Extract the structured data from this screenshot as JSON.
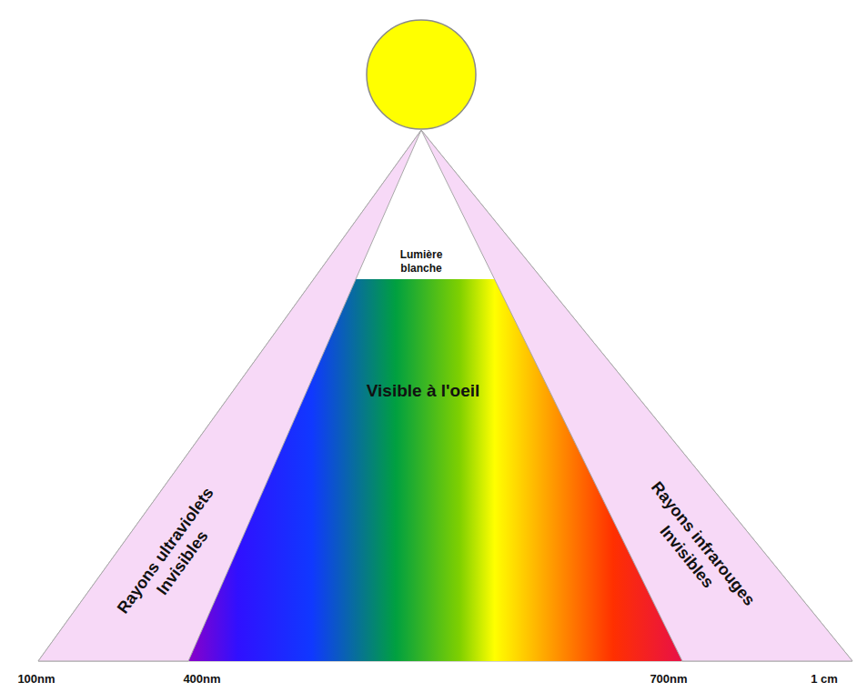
{
  "diagram": {
    "nodes": [
      {
        "text": [
          "Lumière blanche"
        ]
      },
      {
        "text": [
          "Visible à l'oeil"
        ]
      },
      {
        "text": [
          "Rayons ultraviolets",
          "Invisibles"
        ]
      },
      {
        "text": [
          "Rayons infrarouges",
          "Invisibles"
        ]
      }
    ],
    "labels": [
      "100nm",
      "400nm",
      "700nm",
      "1 cm"
    ]
  }
}
